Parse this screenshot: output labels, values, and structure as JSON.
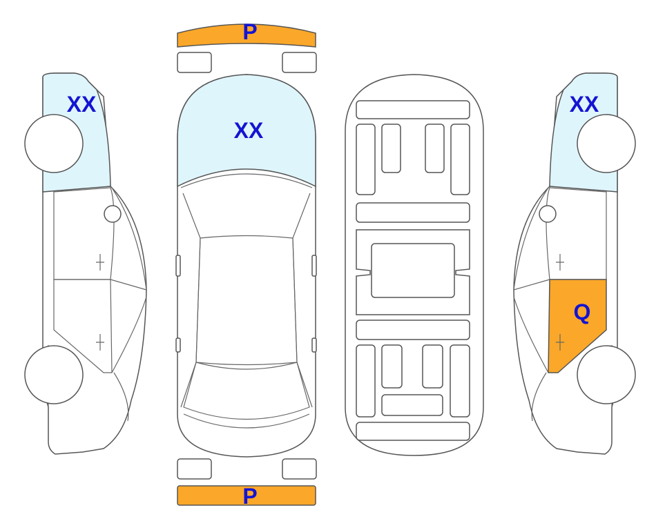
{
  "colors": {
    "glass_highlight": "#dff5fc",
    "damage_highlight": "#fba729",
    "label": "#1414d2",
    "outline": "#555555"
  },
  "labels": {
    "front_bumper": "P",
    "rear_bumper": "P",
    "left_windshield": "XX",
    "top_windshield": "XX",
    "right_windshield": "XX",
    "right_door": "Q"
  }
}
